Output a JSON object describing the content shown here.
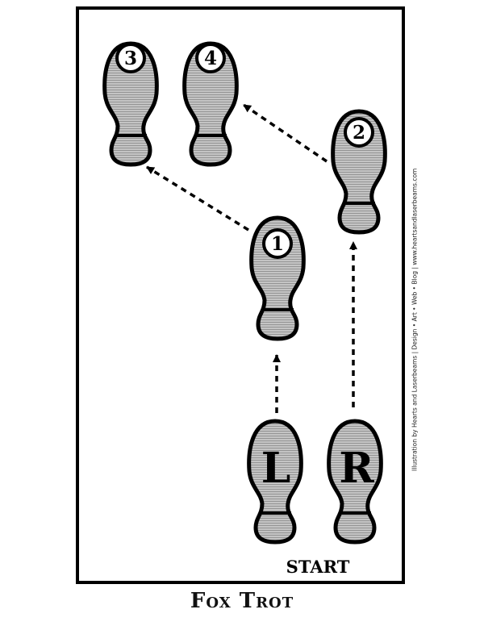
{
  "title": "Fox Trot",
  "start_label": "START",
  "credit": "Illustration by Hearts and Laserbeams | Design • Art • Web • Blog | www.heartsandlaserbeams.com",
  "start_feet": {
    "left": "L",
    "right": "R"
  },
  "steps": [
    "1",
    "2",
    "3",
    "4"
  ],
  "colors": {
    "outline": "#000000",
    "sole_fill": "#b7b7b7",
    "number_circle": "#ffffff"
  }
}
